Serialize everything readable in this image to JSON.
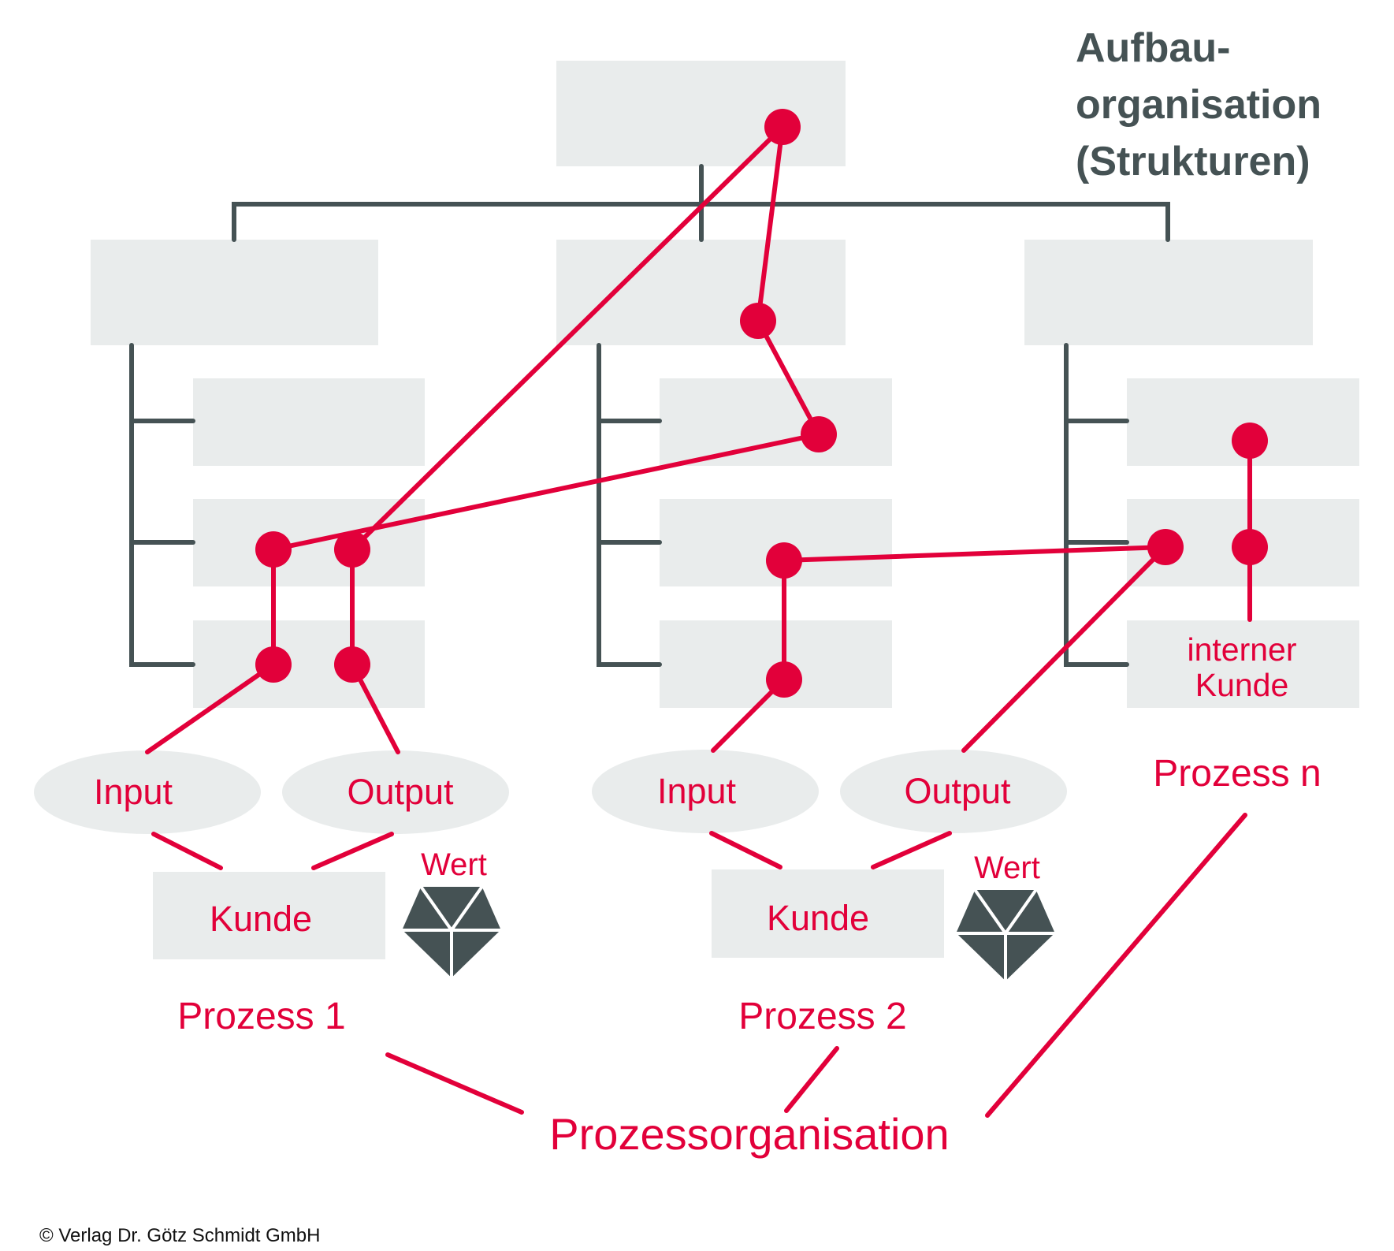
{
  "diagram": {
    "title_lines": [
      "Aufbau-",
      "organisation",
      "(Strukturen)"
    ],
    "colors": {
      "accent": "#e2003a",
      "structure": "#455254",
      "box": "#e9ecec"
    },
    "internal_customer_lines": [
      "interner",
      "Kunde"
    ],
    "processes": [
      {
        "label": "Prozess 1",
        "input": "Input",
        "output": "Output",
        "customer": "Kunde",
        "value": "Wert",
        "value_icon": "diamond-icon"
      },
      {
        "label": "Prozess 2",
        "input": "Input",
        "output": "Output",
        "customer": "Kunde",
        "value": "Wert",
        "value_icon": "diamond-icon"
      },
      {
        "label": "Prozess n"
      }
    ],
    "process_organisation": "Prozessorganisation",
    "copyright": "© Verlag Dr. Götz Schmidt GmbH"
  }
}
